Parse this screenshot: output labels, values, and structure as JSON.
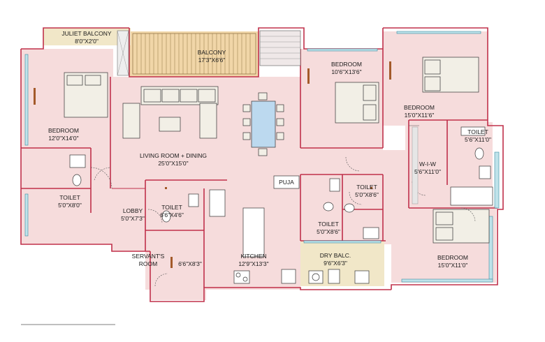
{
  "rooms": {
    "juliet_balcony": {
      "name": "JULIET BALCONY",
      "size": "8'0\"X2'0\""
    },
    "balcony": {
      "name": "BALCONY",
      "size": "17'3\"X6'6\""
    },
    "bedroom_west": {
      "name": "BEDROOM",
      "size": "12'0\"X14'0\""
    },
    "bedroom_center": {
      "name": "BEDROOM",
      "size": "10'6\"X13'6\""
    },
    "bedroom_east": {
      "name": "BEDROOM",
      "size": "15'0\"X11'6\""
    },
    "bedroom_southeast": {
      "name": "BEDROOM",
      "size": "15'0\"X11'0\""
    },
    "living_dining": {
      "name": "LIVING ROOM + DINING",
      "size": "25'0\"X15'0\""
    },
    "toilet_west": {
      "name": "TOILET",
      "size": "5'0\"X8'0\""
    },
    "toilet_lobby": {
      "name": "TOILET",
      "size": "6'6\"X4'6\""
    },
    "toilet_east": {
      "name": "TOILET",
      "size": "5'6\"X11'0\""
    },
    "toilet_center_upper": {
      "name": "TOILET",
      "size": "5'0\"X8'6\""
    },
    "toilet_center_lower": {
      "name": "TOILET",
      "size": "5'0\"X8'6\""
    },
    "lobby": {
      "name": "LOBBY",
      "size": "5'0\"X7'3\""
    },
    "servants_room": {
      "name": "SERVANT'S",
      "name2": "ROOM",
      "size": "6'6\"X8'3\""
    },
    "kitchen": {
      "name": "KITCHEN",
      "size": "12'9\"X13'3\""
    },
    "dry_balcony": {
      "name": "DRY BALC.",
      "size": "9'6\"X6'3\""
    },
    "walk_in_wardrobe": {
      "name": "W-I-W",
      "size": "5'6\"X11'0\""
    },
    "puja": {
      "name": "PUJA"
    }
  },
  "colors": {
    "wall": "#c0304a",
    "floor": "#f6dcdc",
    "furniture": "#f2efe6",
    "window": "#bfe3ea",
    "door_frame": "#a35a2a"
  }
}
